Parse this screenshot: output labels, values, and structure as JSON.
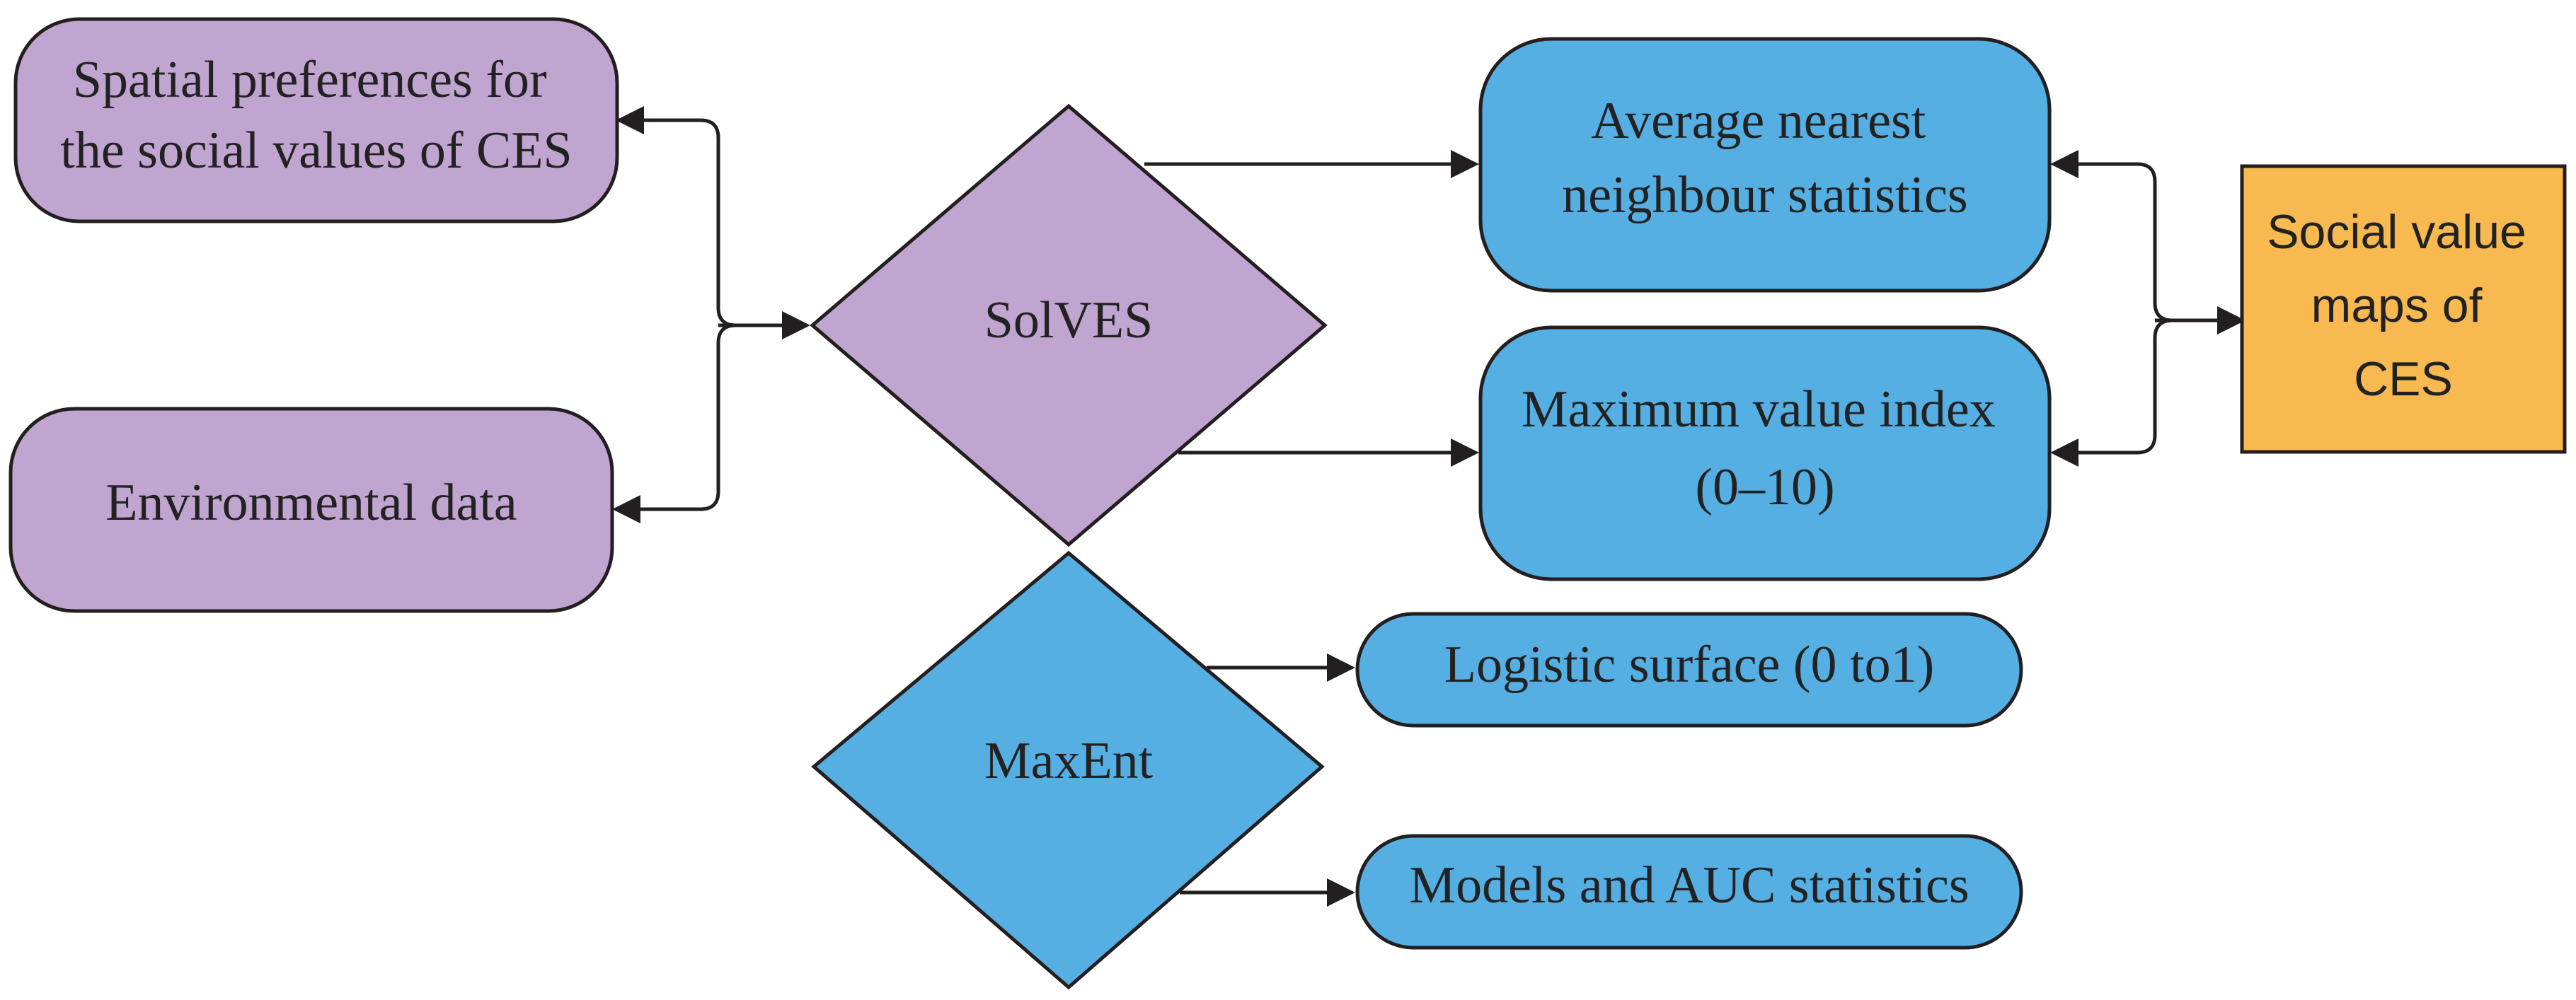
{
  "colors": {
    "purple": "#c0a5d1",
    "blue": "#55afe3",
    "orange": "#f8b950",
    "stroke": "#231f20",
    "text": "#222222"
  },
  "nodes": {
    "spatial_preferences": {
      "lines": [
        "Spatial preferences for",
        "the social values of CES"
      ]
    },
    "environmental_data": {
      "lines": [
        "Environmental data"
      ]
    },
    "solves": {
      "lines": [
        "SolVES"
      ]
    },
    "maxent": {
      "lines": [
        "MaxEnt"
      ]
    },
    "average_nearest_neighbour": {
      "lines": [
        "Average nearest",
        "neighbour statistics"
      ]
    },
    "maximum_value_index": {
      "lines": [
        "Maximum value index",
        "(0–10)"
      ]
    },
    "logistic_surface": {
      "lines": [
        "Logistic surface (0 to1)"
      ]
    },
    "models_auc": {
      "lines": [
        "Models and AUC statistics"
      ]
    },
    "social_value_maps": {
      "lines": [
        "Social value",
        "maps of",
        "CES"
      ]
    }
  }
}
